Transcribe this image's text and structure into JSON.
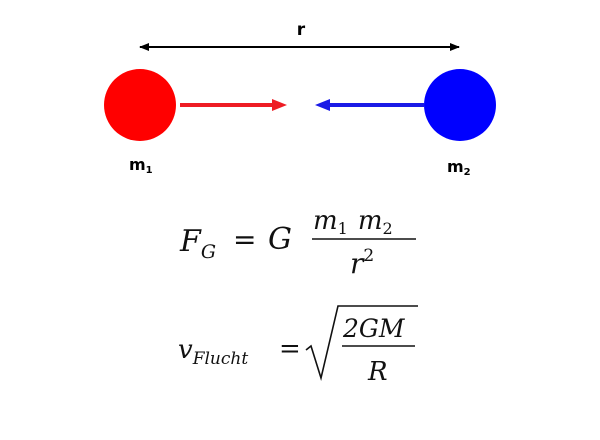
{
  "colors": {
    "mass1": "#ff0000",
    "mass2": "#0000ff",
    "force_arrow_1": "#ee1c24",
    "force_arrow_2": "#1a1ae6",
    "distance_arrow": "#000000",
    "text": "#111111"
  },
  "distance_label": "r",
  "mass1_label": {
    "base": "m",
    "sub": "1"
  },
  "mass2_label": {
    "base": "m",
    "sub": "2"
  },
  "gravity_formula": {
    "lhs": "F",
    "lhs_sub": "G",
    "equals": "=",
    "constant": "G",
    "numerator": [
      "m",
      "1",
      "m",
      "2"
    ],
    "denominator": [
      "r",
      "2"
    ]
  },
  "escape_formula": {
    "lhs": "v",
    "lhs_sub": "Flucht",
    "equals": "=",
    "numerator": "2GM",
    "denominator": "R"
  }
}
